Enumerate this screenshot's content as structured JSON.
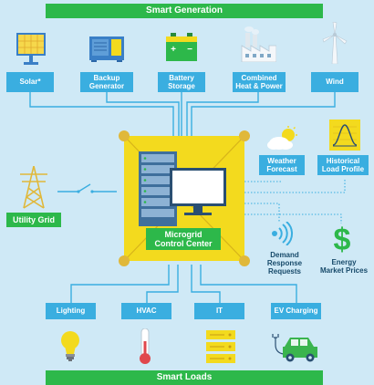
{
  "top_bar": "Smart Generation",
  "bottom_bar": "Smart Loads",
  "generation": [
    "Solar*",
    "Backup\nGenerator",
    "Battery\nStorage",
    "Combined\nHeat & Power",
    "Wind"
  ],
  "center": "Microgrid\nControl Center",
  "utility": "Utility Grid",
  "right_inputs": {
    "weather": "Weather\nForecast",
    "historical": "Historical\nLoad Profile",
    "demand": "Demand\nResponse\nRequests",
    "energy": "Energy\nMarket Prices"
  },
  "loads": [
    "Lighting",
    "HVAC",
    "IT",
    "EV Charging"
  ],
  "colors": {
    "green": "#2db84a",
    "blue": "#3aaee0",
    "yellow": "#f3da1e",
    "background": "#cfe9f6"
  }
}
